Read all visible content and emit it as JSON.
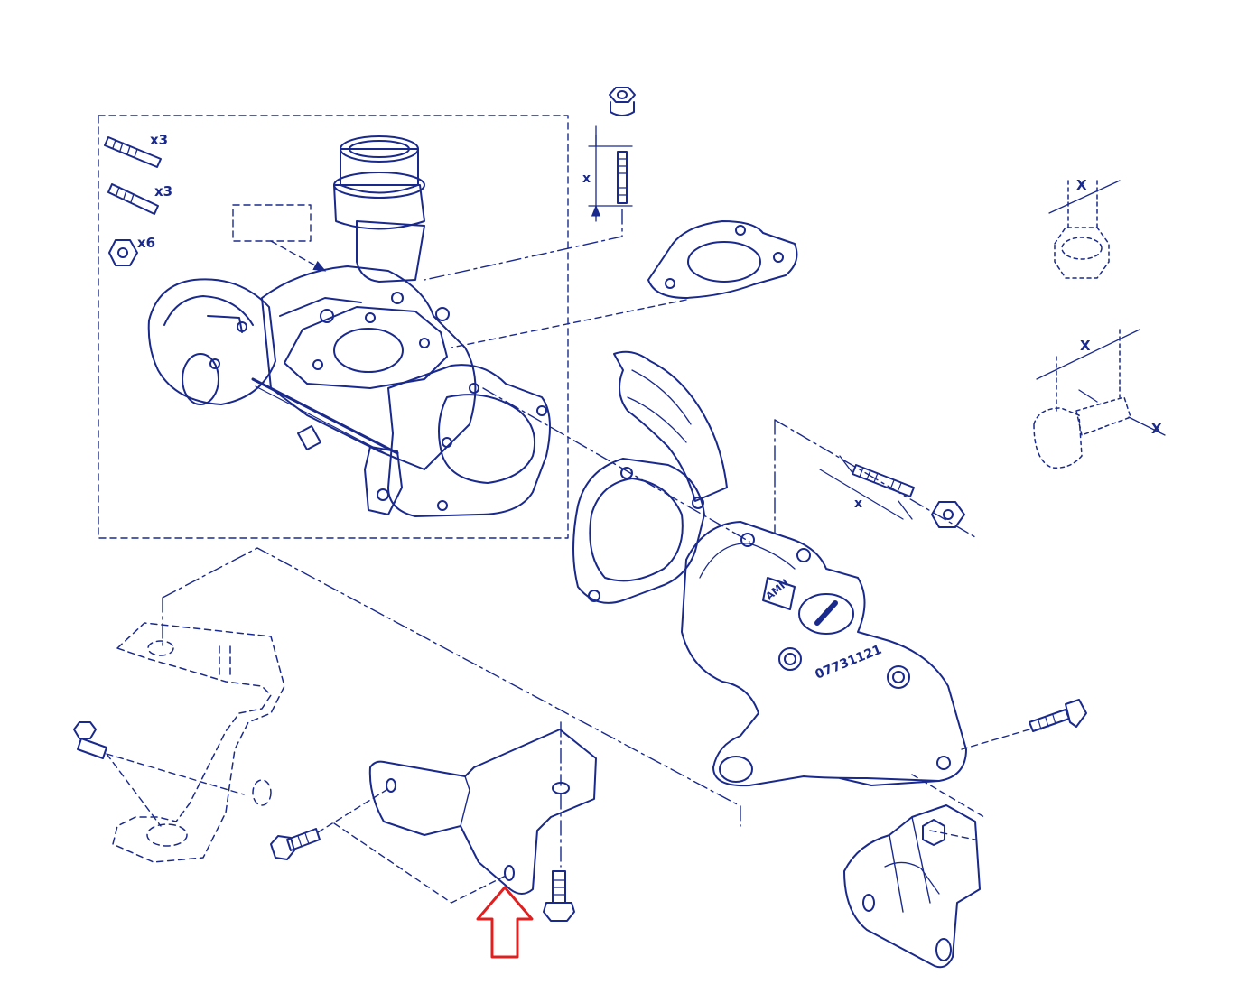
{
  "colors": {
    "line": "#1a2a8c",
    "fill": "#ffffff",
    "arrow_marker": "#e02020"
  },
  "labels": {
    "qty_studs_a": "x3",
    "qty_studs_b": "x3",
    "qty_nuts": "x6",
    "dim_stud_top": "x",
    "dim_nut_detail": "X",
    "dim_bolt_detail_top": "X",
    "dim_bolt_detail_side": "X",
    "dim_stud_manifold": "x",
    "manifold_part_number": "07731121",
    "manifold_badge": "AMN"
  },
  "icons": {
    "locator_arrow": "red-up-arrow-icon"
  }
}
